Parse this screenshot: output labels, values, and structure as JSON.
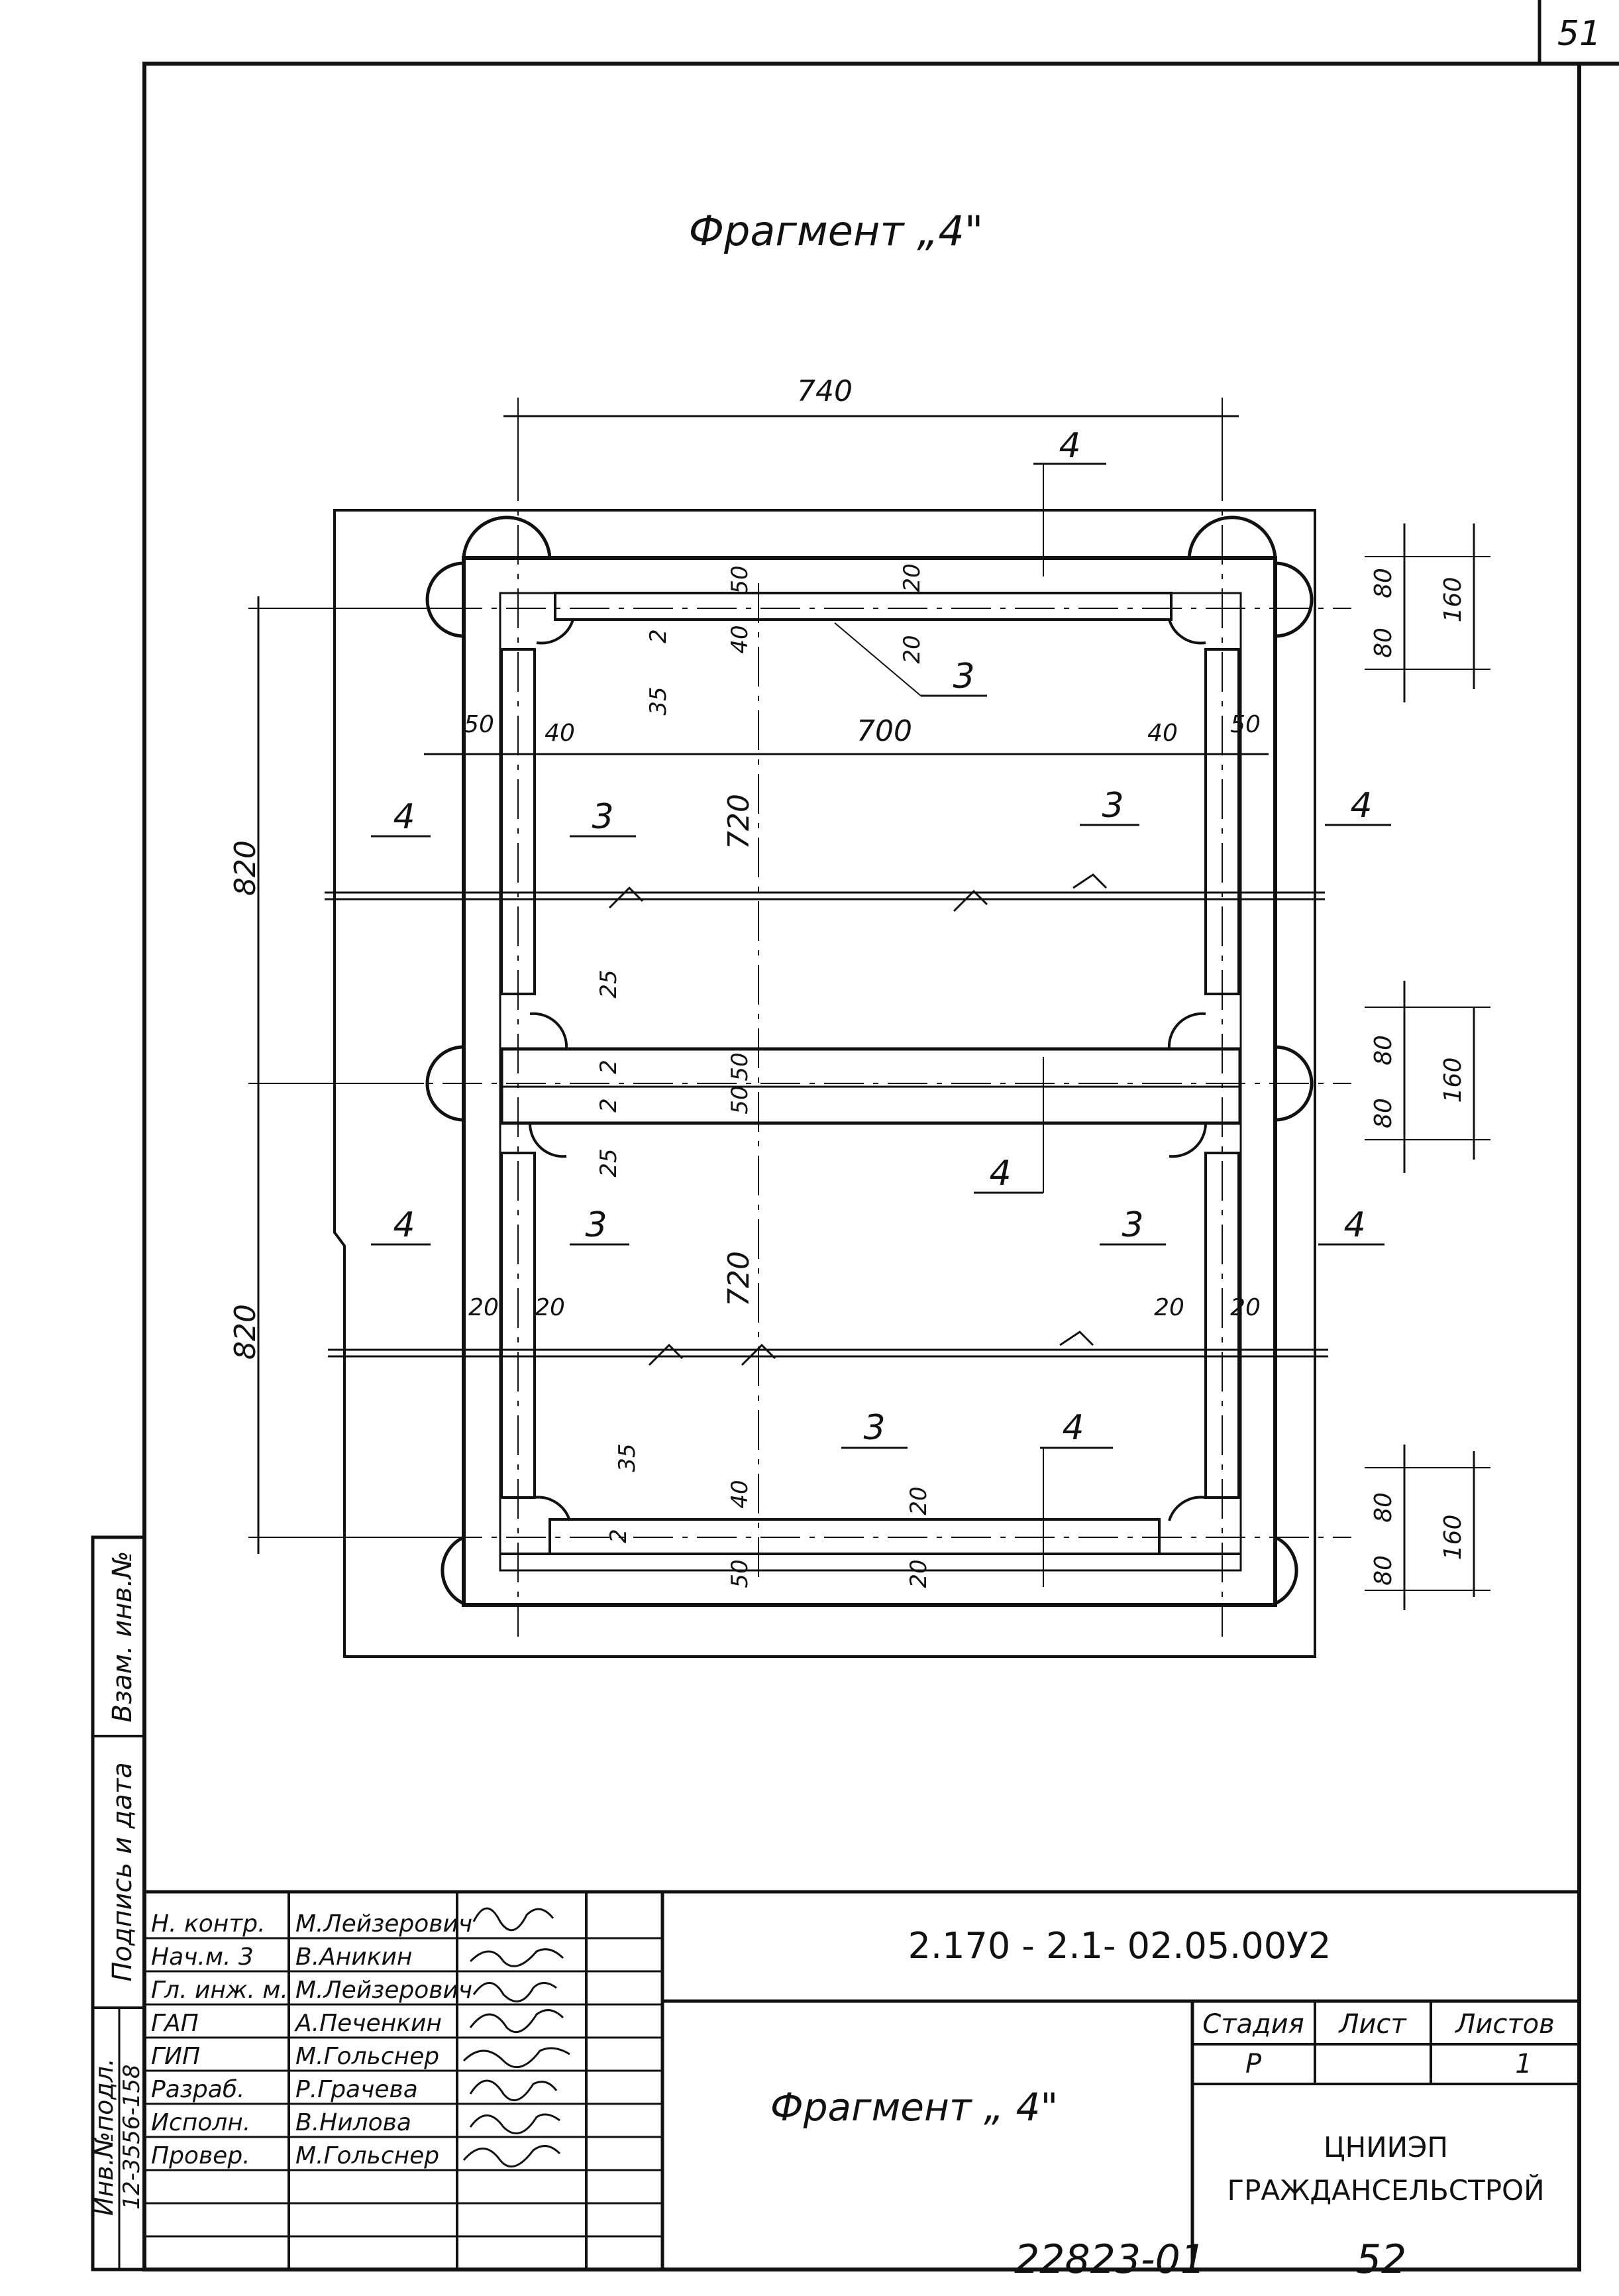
{
  "page": {
    "number": "51"
  },
  "drawing": {
    "title": "Фрагмент „4\"",
    "dims": {
      "overall_width": "740",
      "inner_width": "700",
      "left_50": "50",
      "left_40": "40",
      "right_40": "40",
      "right_50": "50",
      "span_upper": "820",
      "span_lower": "820",
      "inner_height_upper": "720",
      "inner_height_lower": "720",
      "top_80a": "80",
      "top_80b": "80",
      "top_160": "160",
      "mid_80a": "80",
      "mid_80b": "80",
      "mid_160": "160",
      "bot_80a": "80",
      "bot_80b": "80",
      "bot_160": "160",
      "top_50": "50",
      "top_40": "40",
      "top_20a": "20",
      "top_20b": "20",
      "top_2": "2",
      "top_35": "35",
      "mid_25a": "25",
      "mid_2a": "2",
      "mid_50a": "50",
      "mid_50b": "50",
      "mid_2b": "2",
      "mid_25b": "25",
      "bot_35": "35",
      "bot_2": "2",
      "bot_40": "40",
      "bot_50": "50",
      "bot_20a": "20",
      "bot_20b": "20",
      "side_20_ll": "20",
      "side_20_lr": "20",
      "side_20_rl": "20",
      "side_20_rr": "20"
    },
    "callouts": {
      "top_4": "4",
      "top_3": "3",
      "upper_left_4": "4",
      "upper_left_3": "3",
      "upper_right_3": "3",
      "upper_right_4": "4",
      "mid_4": "4",
      "lower_left_4": "4",
      "lower_left_3": "3",
      "lower_right_3": "3",
      "lower_right_4": "4",
      "bottom_3": "3",
      "bottom_4": "4"
    }
  },
  "side_stamp": {
    "inv_no_label": "Инв.№подл.",
    "inv_no_value": "12-3556-158",
    "sign_date_label": "Подпись и дата",
    "replace_label": "Взам. инв.№"
  },
  "title_block": {
    "code": "2.170 - 2.1- 02.05.00У2",
    "sheet_title": "Фрагмент „ 4\"",
    "stage_header": "Стадия",
    "sheet_header": "Лист",
    "sheets_header": "Листов",
    "stage_value": "Р",
    "sheet_value": "",
    "sheets_value": "1",
    "org_line1": "ЦНИИЭП",
    "org_line2": "ГРАЖДАНСЕЛЬСТРОЙ",
    "rows": [
      {
        "role": "Н. контр.",
        "name": "М.Лейзерович"
      },
      {
        "role": "Нач.м. 3",
        "name": "В.Аникин"
      },
      {
        "role": "Гл. инж. м.",
        "name": "М.Лейзерович"
      },
      {
        "role": "ГАП",
        "name": "А.Печенкин"
      },
      {
        "role": "ГИП",
        "name": "М.Гольснер"
      },
      {
        "role": "Разраб.",
        "name": "Р.Грачева"
      },
      {
        "role": "Исполн.",
        "name": "В.Нилова"
      },
      {
        "role": "Провер.",
        "name": "М.Гольснер"
      }
    ]
  },
  "footer": {
    "archive_no": "22823-01",
    "page_ref": "52"
  }
}
